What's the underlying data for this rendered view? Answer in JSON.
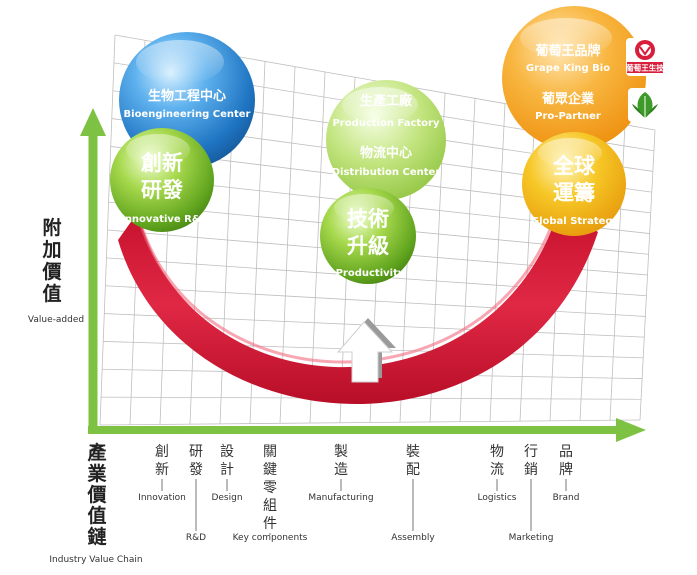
{
  "colors": {
    "grid": "#bfbfbf",
    "axis_green": "#7dc242",
    "curve_red": "#d81e3a",
    "bubble_blue": "#2f8fd8",
    "bubble_green": "#7cbf2c",
    "bubble_orange": "#f6a21a",
    "bubble_yellow": "#f3c11b"
  },
  "y_axis": {
    "title_lines": [
      "附",
      "加",
      "價",
      "值"
    ],
    "title_en": "Value-added"
  },
  "x_axis": {
    "title_lines": [
      "產",
      "業",
      "價",
      "值",
      "鏈"
    ],
    "title_en": "Industry Value Chain",
    "labels": [
      {
        "zh": [
          "創",
          "新"
        ],
        "en": "Innovation"
      },
      {
        "zh": [
          "研",
          "發"
        ],
        "en": "R&D"
      },
      {
        "zh": [
          "設",
          "計"
        ],
        "en": "Design"
      },
      {
        "zh": [
          "關",
          "鍵",
          "零",
          "組",
          "件"
        ],
        "en": "Key components"
      },
      {
        "zh": [
          "製",
          "造"
        ],
        "en": "Manufacturing"
      },
      {
        "zh": [
          "裝",
          "配"
        ],
        "en": "Assembly"
      },
      {
        "zh": [
          "物",
          "流"
        ],
        "en": "Logistics"
      },
      {
        "zh": [
          "行",
          "銷"
        ],
        "en": "Marketing"
      },
      {
        "zh": [
          "品",
          "牌"
        ],
        "en": "Brand"
      }
    ]
  },
  "bubbles": {
    "bio": {
      "zh": "生物工程中心",
      "en": "Bioengineering Center"
    },
    "rd": {
      "zh_lines": [
        "創新",
        "研發"
      ],
      "en": "Innovative R&D"
    },
    "production": {
      "zh": "生產工廠",
      "en": "Production Factory"
    },
    "distribution": {
      "zh": "物流中心",
      "en": "Distribution Center"
    },
    "productivity": {
      "zh_lines": [
        "技術",
        "升級"
      ],
      "en": "Productivity"
    },
    "grapeking": {
      "zh": "葡萄王品牌",
      "en": "Grape King Bio"
    },
    "propartner": {
      "zh": "葡眾企業",
      "en": "Pro-Partner"
    },
    "global": {
      "zh_lines": [
        "全球",
        "運籌"
      ],
      "en": "Global Strategy"
    }
  },
  "logos": {
    "grapeking_logo_text": "葡萄王生技",
    "propartner_logo_icon": "leaf-emblem-icon"
  },
  "arrow_icon": "up-arrow-icon"
}
